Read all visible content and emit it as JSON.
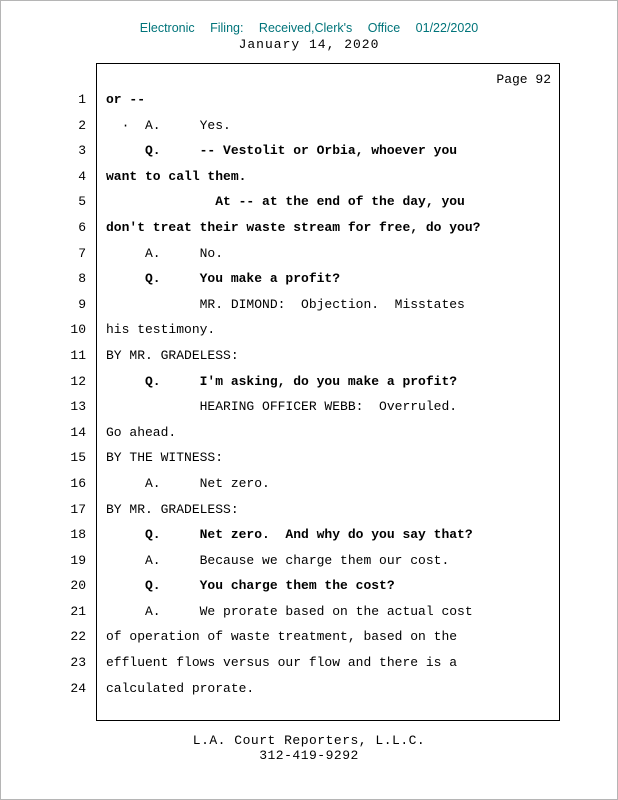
{
  "header": {
    "efiling": "Electronic Filing: Received,Clerk's Office 01/22/2020",
    "efiling_color": "#00747a",
    "date": "January 14, 2020"
  },
  "page_label": "Page 92",
  "transcript": {
    "lines": [
      {
        "n": "1",
        "text": "or --",
        "bold": true
      },
      {
        "n": "2",
        "text": "  ·  A.     Yes.",
        "bold": false
      },
      {
        "n": "3",
        "text": "     Q.     -- Vestolit or Orbia, whoever you",
        "bold": true
      },
      {
        "n": "4",
        "text": "want to call them.",
        "bold": true
      },
      {
        "n": "5",
        "text": "              At -- at the end of the day, you",
        "bold": true
      },
      {
        "n": "6",
        "text": "don't treat their waste stream for free, do you?",
        "bold": true
      },
      {
        "n": "7",
        "text": "     A.     No.",
        "bold": false
      },
      {
        "n": "8",
        "text": "     Q.     You make a profit?",
        "bold": true
      },
      {
        "n": "9",
        "text": "            MR. DIMOND:  Objection.  Misstates",
        "bold": false
      },
      {
        "n": "10",
        "text": "his testimony.",
        "bold": false
      },
      {
        "n": "11",
        "text": "BY MR. GRADELESS:",
        "bold": false
      },
      {
        "n": "12",
        "text": "     Q.     I'm asking, do you make a profit?",
        "bold": true
      },
      {
        "n": "13",
        "text": "            HEARING OFFICER WEBB:  Overruled.",
        "bold": false
      },
      {
        "n": "14",
        "text": "Go ahead.",
        "bold": false
      },
      {
        "n": "15",
        "text": "BY THE WITNESS:",
        "bold": false
      },
      {
        "n": "16",
        "text": "     A.     Net zero.",
        "bold": false
      },
      {
        "n": "17",
        "text": "BY MR. GRADELESS:",
        "bold": false
      },
      {
        "n": "18",
        "text": "     Q.     Net zero.  And why do you say that?",
        "bold": true
      },
      {
        "n": "19",
        "text": "     A.     Because we charge them our cost.",
        "bold": false
      },
      {
        "n": "20",
        "text": "     Q.     You charge them the cost?",
        "bold": true
      },
      {
        "n": "21",
        "text": "     A.     We prorate based on the actual cost",
        "bold": false
      },
      {
        "n": "22",
        "text": "of operation of waste treatment, based on the",
        "bold": false
      },
      {
        "n": "23",
        "text": "effluent flows versus our flow and there is a",
        "bold": false
      },
      {
        "n": "24",
        "text": "calculated prorate.",
        "bold": false
      }
    ]
  },
  "footer": {
    "company": "L.A. Court Reporters, L.L.C.",
    "phone": "312-419-9292"
  }
}
